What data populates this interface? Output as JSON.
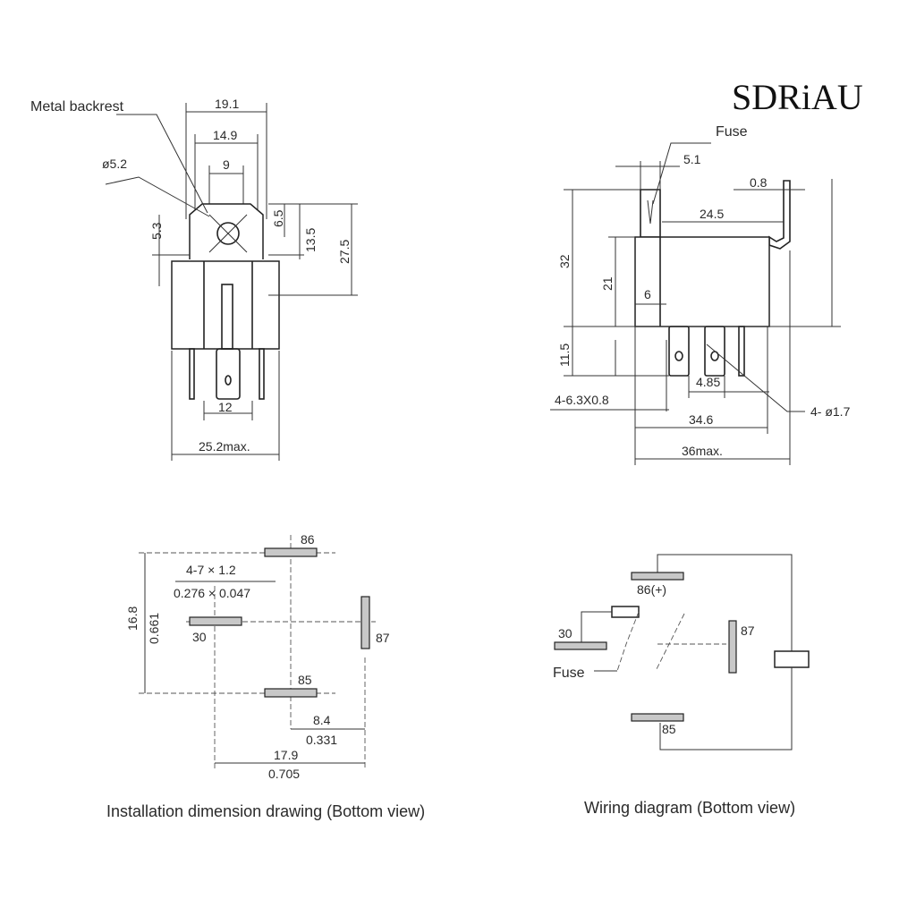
{
  "brand": {
    "logo": "SDRiAU"
  },
  "front_view": {
    "metal_backrest": "Metal backrest",
    "hole_diameter": "ø5.2",
    "w_19_1": "19.1",
    "w_14_9": "14.9",
    "w_9": "9",
    "h_6_5": "6.5",
    "h_5_3": "5.3",
    "h_13_5": "13.5",
    "h_27_5": "27.5",
    "w_12": "12",
    "w_25_2max": "25.2max."
  },
  "side_view": {
    "fuse": "Fuse",
    "w_5_1": "5.1",
    "w_0_8": "0.8",
    "w_24_5": "24.5",
    "h_32": "32",
    "h_21": "21",
    "w_6": "6",
    "h_11_5": "11.5",
    "terminal_spec": "4-6.3X0.8",
    "w_4_85": "4.85",
    "hole_spec": "4- ø1.7",
    "w_34_6": "34.6",
    "w_36max": "36max."
  },
  "installation": {
    "caption": "Installation dimension drawing (Bottom view)",
    "pin_86": "86",
    "pin_87": "87",
    "pin_85": "85",
    "pin_30": "30",
    "slot_mm": "4-7 × 1.2",
    "slot_in": "0.276 × 0.047",
    "v_mm": "16.8",
    "v_in": "0.661",
    "d1_mm": "8.4",
    "d1_in": "0.331",
    "d2_mm": "17.9",
    "d2_in": "0.705"
  },
  "wiring": {
    "caption": "Wiring diagram (Bottom view)",
    "pin_86": "86(+)",
    "pin_30": "30",
    "pin_87": "87",
    "pin_85": "85",
    "fuse": "Fuse"
  }
}
